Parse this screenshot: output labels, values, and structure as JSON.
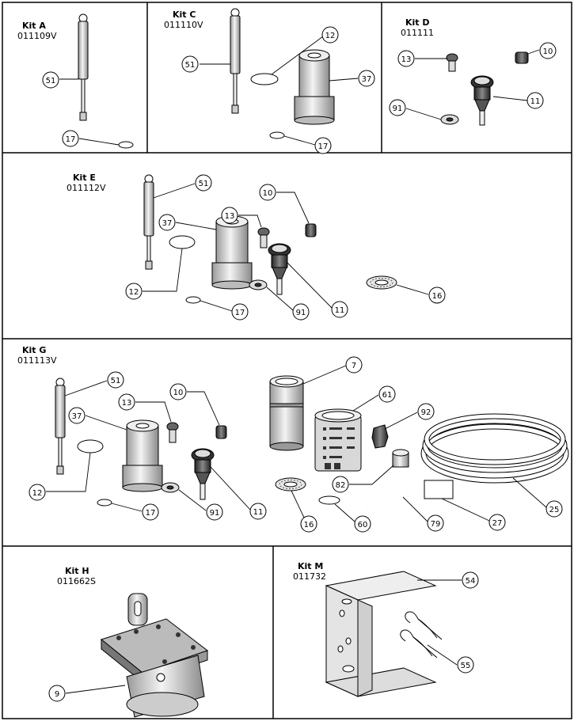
{
  "kits": {
    "a": {
      "title": "Kit A",
      "code": "011109V"
    },
    "c": {
      "title": "Kit C",
      "code": "011110V"
    },
    "d": {
      "title": "Kit D",
      "code": "011111"
    },
    "e": {
      "title": "Kit E",
      "code": "011112V"
    },
    "g": {
      "title": "Kit G",
      "code": "011113V"
    },
    "h": {
      "title": "Kit H",
      "code": "011662S"
    },
    "m": {
      "title": "Kit M",
      "code": "011732"
    }
  },
  "callouts": {
    "a51": "51",
    "a17": "17",
    "c51": "51",
    "c12": "12",
    "c37": "37",
    "c17": "17",
    "d13": "13",
    "d10": "10",
    "d91": "91",
    "d11": "11",
    "e51": "51",
    "e37": "37",
    "e13": "13",
    "e10": "10",
    "e12": "12",
    "e17": "17",
    "e91": "91",
    "e11": "11",
    "e16": "16",
    "g51": "51",
    "g7": "7",
    "g37": "37",
    "g13": "13",
    "g10": "10",
    "g61": "61",
    "g92": "92",
    "g12": "12",
    "g82": "82",
    "g11": "11",
    "g91": "91",
    "g17": "17",
    "g16": "16",
    "g60": "60",
    "g79": "79",
    "g27": "27",
    "g25": "25",
    "h9": "9",
    "m54": "54",
    "m55": "55"
  },
  "colors": {
    "line": "#000000",
    "paper": "#ffffff",
    "part_light": "#f2f2f2",
    "part_shade": "#bdbdbd",
    "part_dark": "#444444"
  }
}
